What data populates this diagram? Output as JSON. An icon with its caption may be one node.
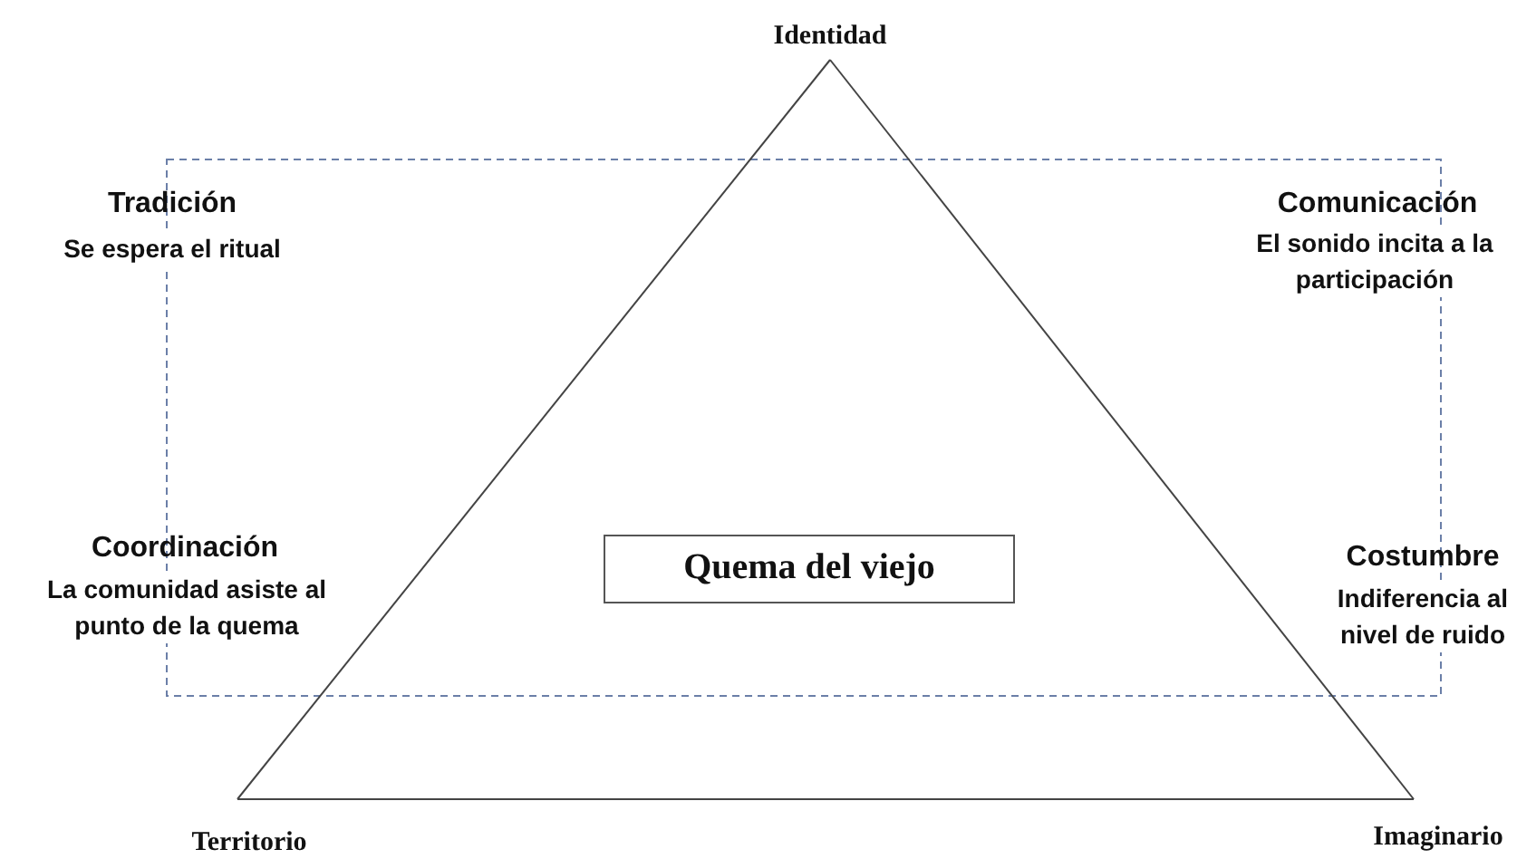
{
  "diagram": {
    "nodes": [
      {
        "text": [
          "Identidad"
        ]
      },
      {
        "text": [
          "Territorio"
        ]
      },
      {
        "text": [
          "Imaginario"
        ]
      },
      {
        "text": [
          "Quema del viejo"
        ]
      }
    ],
    "edges": [
      {
        "from": 0,
        "to": 1,
        "arrow": "none"
      },
      {
        "from": 1,
        "to": 2,
        "arrow": "none"
      },
      {
        "from": 2,
        "to": 0,
        "arrow": "none"
      }
    ],
    "labels": [
      "Tradición",
      "Se espera el ritual",
      "Comunicación",
      "El sonido incita a la participación",
      "Coordinación",
      "La comunidad asiste al punto de la quema",
      "Costumbre",
      "Indiferencia al nivel de ruido"
    ]
  }
}
